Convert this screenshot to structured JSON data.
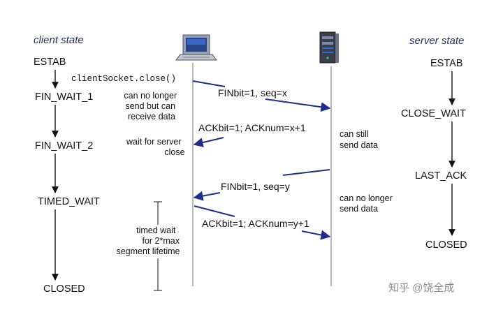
{
  "headings": {
    "client": "client state",
    "server": "server state"
  },
  "client_states": [
    "ESTAB",
    "FIN_WAIT_1",
    "FIN_WAIT_2",
    "TIMED_WAIT",
    "CLOSED"
  ],
  "server_states": [
    "ESTAB",
    "CLOSE_WAIT",
    "LAST_ACK",
    "CLOSED"
  ],
  "call_label": "clientSocket.close()",
  "messages": {
    "fin_client": "FINbit=1, seq=x",
    "ack_server": "ACKbit=1; ACKnum=x+1",
    "fin_server": "FINbit=1, seq=y",
    "ack_client": "ACKbit=1; ACKnum=y+1"
  },
  "client_notes": {
    "no_longer_send": [
      "can no longer",
      "send but can",
      "receive data"
    ],
    "wait_for_server": [
      "wait for server",
      "close"
    ],
    "timed_wait": [
      "timed wait",
      "for 2*max",
      "segment lifetime"
    ]
  },
  "server_notes": {
    "still_send": [
      "can still",
      "send data"
    ],
    "no_longer_send": [
      "can no longer",
      "send data"
    ]
  },
  "icons": {
    "client": "laptop-icon",
    "server": "server-tower-icon"
  },
  "watermark": "知乎 @饶全成",
  "colors": {
    "message_arrow": "#1f2e8c",
    "heading": "#1f2f5a",
    "timeline": "#8a8a8a"
  }
}
